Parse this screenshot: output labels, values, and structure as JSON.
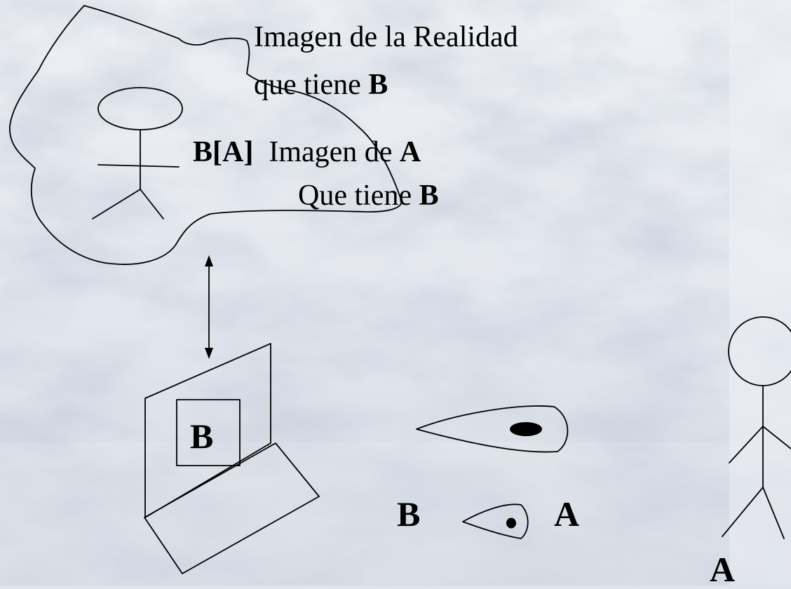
{
  "diagram": {
    "reality_caption": {
      "line1": "Imagen de la Realidad",
      "line2_prefix": "que tiene ",
      "line2_strong": "B"
    },
    "image_label": {
      "tag": "B[A]",
      "line1_text": "Imagen  de ",
      "line1_strong": "A",
      "line2_text": "Que tiene ",
      "line2_strong": "B"
    },
    "screen_label": "B",
    "eye_left_label": "B",
    "eye_right_label": "A",
    "person_label": "A"
  }
}
